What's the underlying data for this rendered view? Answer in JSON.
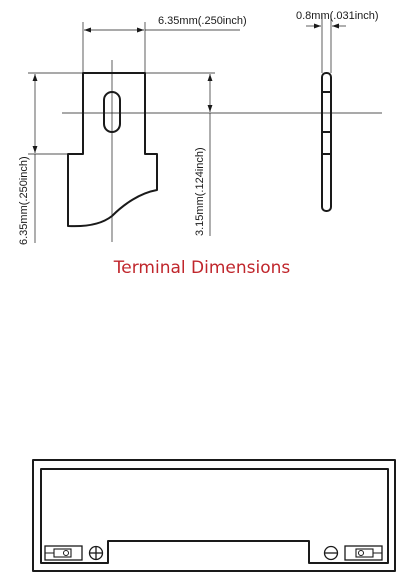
{
  "terminal_diagram": {
    "width_label": "6.35mm(.250inch)",
    "thickness_label": "0.8mm(.031inch)",
    "height_label": "6.35mm(.250inch)",
    "hole_height_label": "3.15mm(.124inch)",
    "caption": "Terminal Dimensions",
    "caption_color": "#c0262c"
  }
}
